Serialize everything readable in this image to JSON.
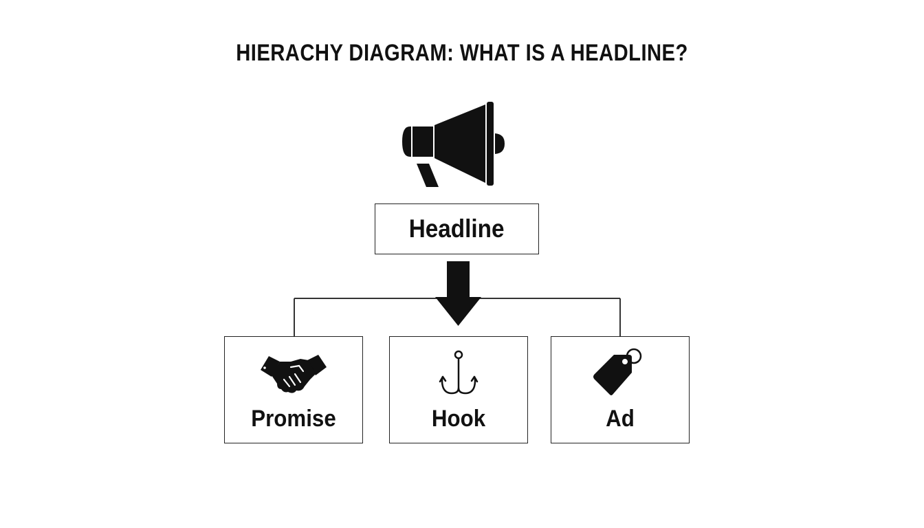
{
  "title": "HIERACHY DIAGRAM: WHAT IS A HEADLINE?",
  "root": {
    "label": "Headline",
    "icon": "megaphone-icon"
  },
  "children": [
    {
      "label": "Promise",
      "icon": "handshake-icon"
    },
    {
      "label": "Hook",
      "icon": "hook-icon"
    },
    {
      "label": "Ad",
      "icon": "price-tag-icon"
    }
  ],
  "colors": {
    "ink": "#111111",
    "background": "#ffffff"
  }
}
